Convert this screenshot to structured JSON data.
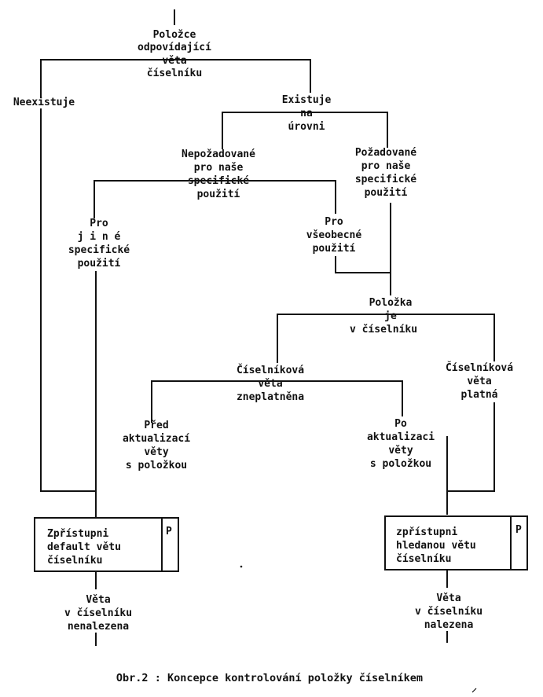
{
  "nodes": {
    "root": [
      "Položce",
      "odpovídající",
      "věta",
      "číselníku"
    ],
    "not_exists": [
      "Neexistuje"
    ],
    "exists": [
      "Existuje",
      "na",
      "úrovni"
    ],
    "not_required": [
      "Nepožadované",
      "pro naše",
      "specifické",
      "použití"
    ],
    "required": [
      "Požadované",
      "pro naše",
      "specifické",
      "použití"
    ],
    "other_use": [
      "Pro",
      "j i n é",
      "specifické",
      "použití"
    ],
    "general_use": [
      "Pro",
      "všeobecné",
      "použití"
    ],
    "item_in_dict": [
      "Položka",
      "je",
      "v číselníku"
    ],
    "record_invalid": [
      "Číselníková",
      "věta",
      "zneplatněna"
    ],
    "record_valid": [
      "Číselníková",
      "věta",
      "platná"
    ],
    "before_update": [
      "Před",
      "aktualizací",
      "věty",
      "s položkou"
    ],
    "after_update": [
      "Po",
      "aktualizaci",
      "věty",
      "s položkou"
    ],
    "result_not_found": [
      "Věta",
      "v číselníku",
      "nenalezena"
    ],
    "result_found": [
      "Věta",
      "v číselníku",
      "nalezena"
    ]
  },
  "boxes": {
    "default_box": {
      "lines": [
        "Zpřístupni",
        "default větu",
        "číselníku"
      ],
      "tag": "P"
    },
    "found_box": {
      "lines": [
        "zpřístupni",
        "hledanou větu",
        "číselníku"
      ],
      "tag": "P"
    }
  },
  "caption": "Obr.2 : Koncepce kontrolování položky číselníkem"
}
